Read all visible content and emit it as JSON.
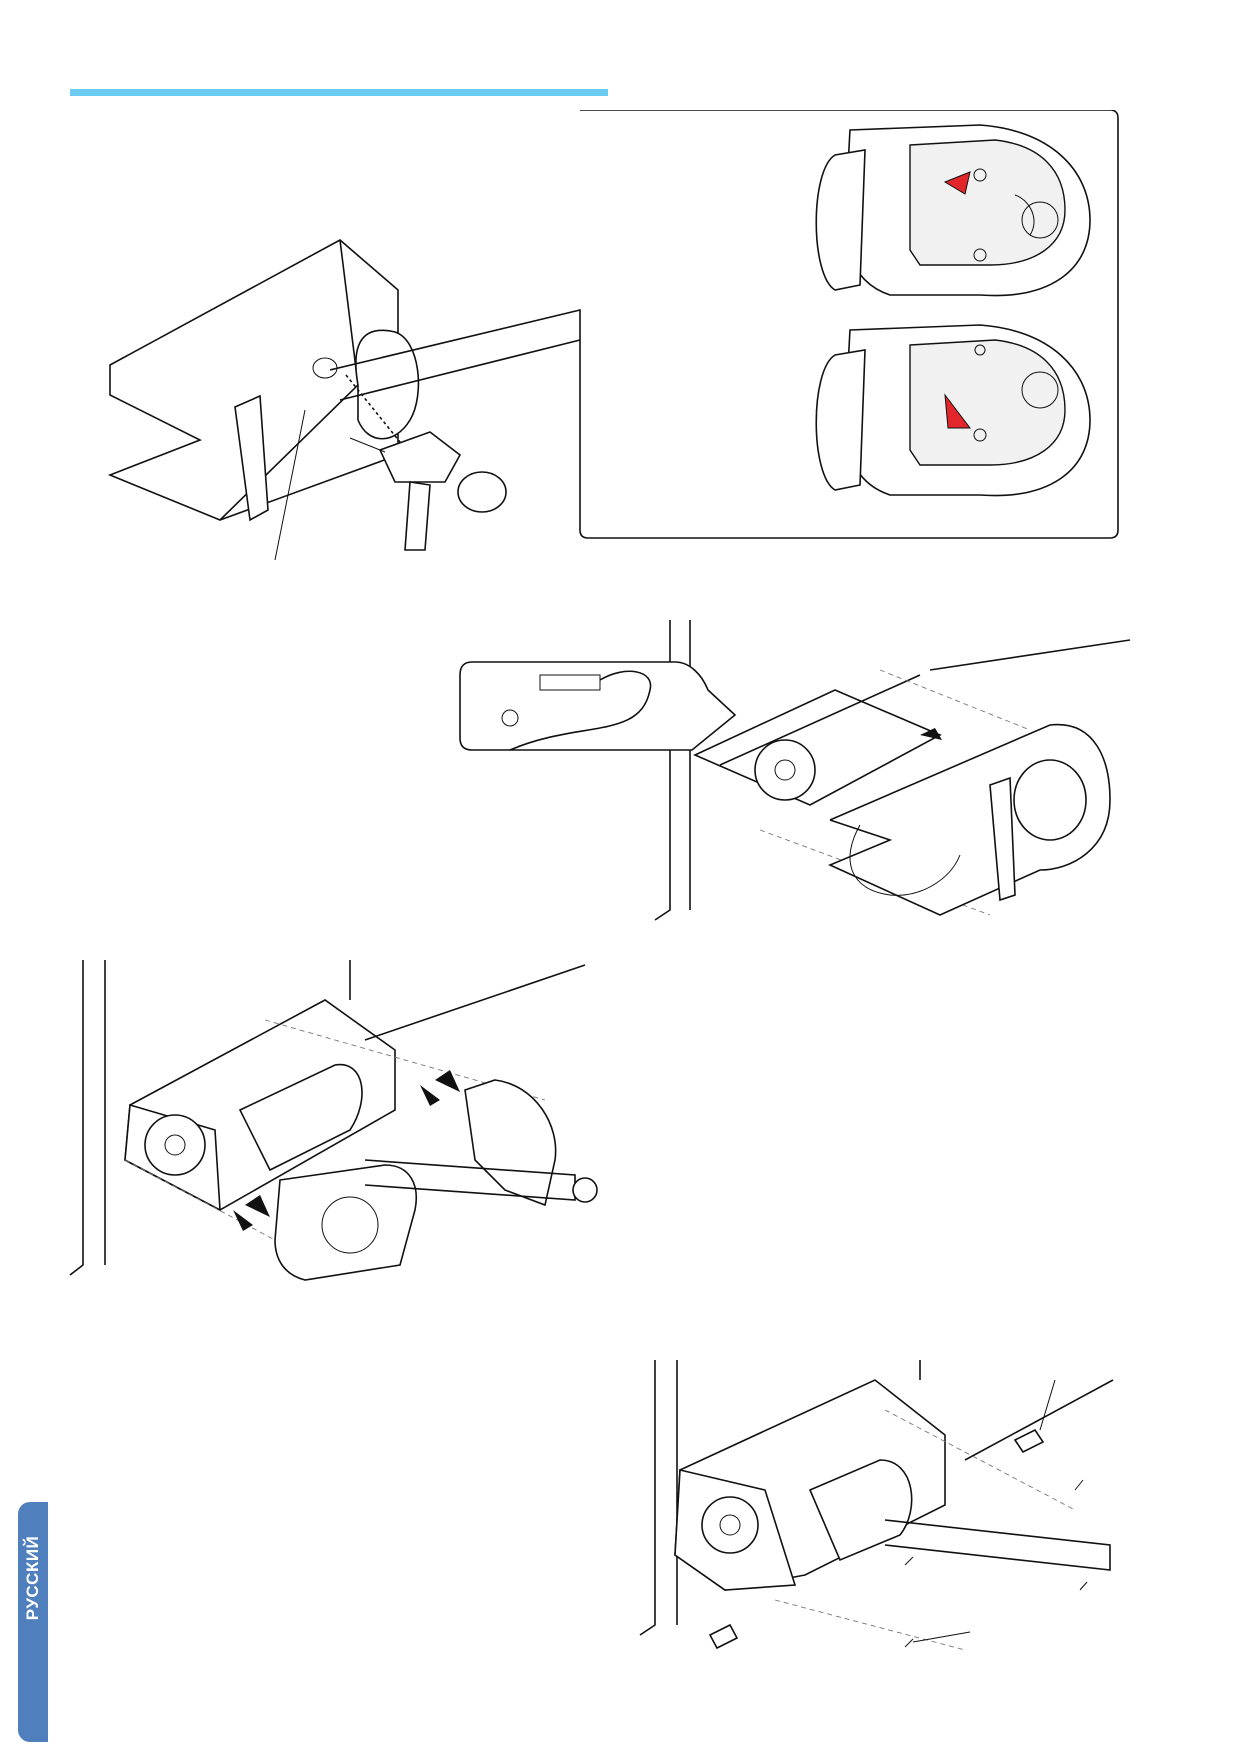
{
  "side_tab": {
    "language": "РУССКИЙ"
  },
  "colors": {
    "accent_rule": "#6ccbf0",
    "tab": "#4f7fbd",
    "arrow": "#e2262b"
  },
  "figures": [
    {
      "id": "drill-cover",
      "icon": "drill-icon"
    },
    {
      "id": "detail-callout",
      "icon": "red-arrow-icon"
    },
    {
      "id": "wiring-detail",
      "icon": "cable-icon"
    },
    {
      "id": "side-covers",
      "icon": "push-arrow-icon"
    },
    {
      "id": "screws-fixing",
      "icon": "screw-icon"
    }
  ]
}
